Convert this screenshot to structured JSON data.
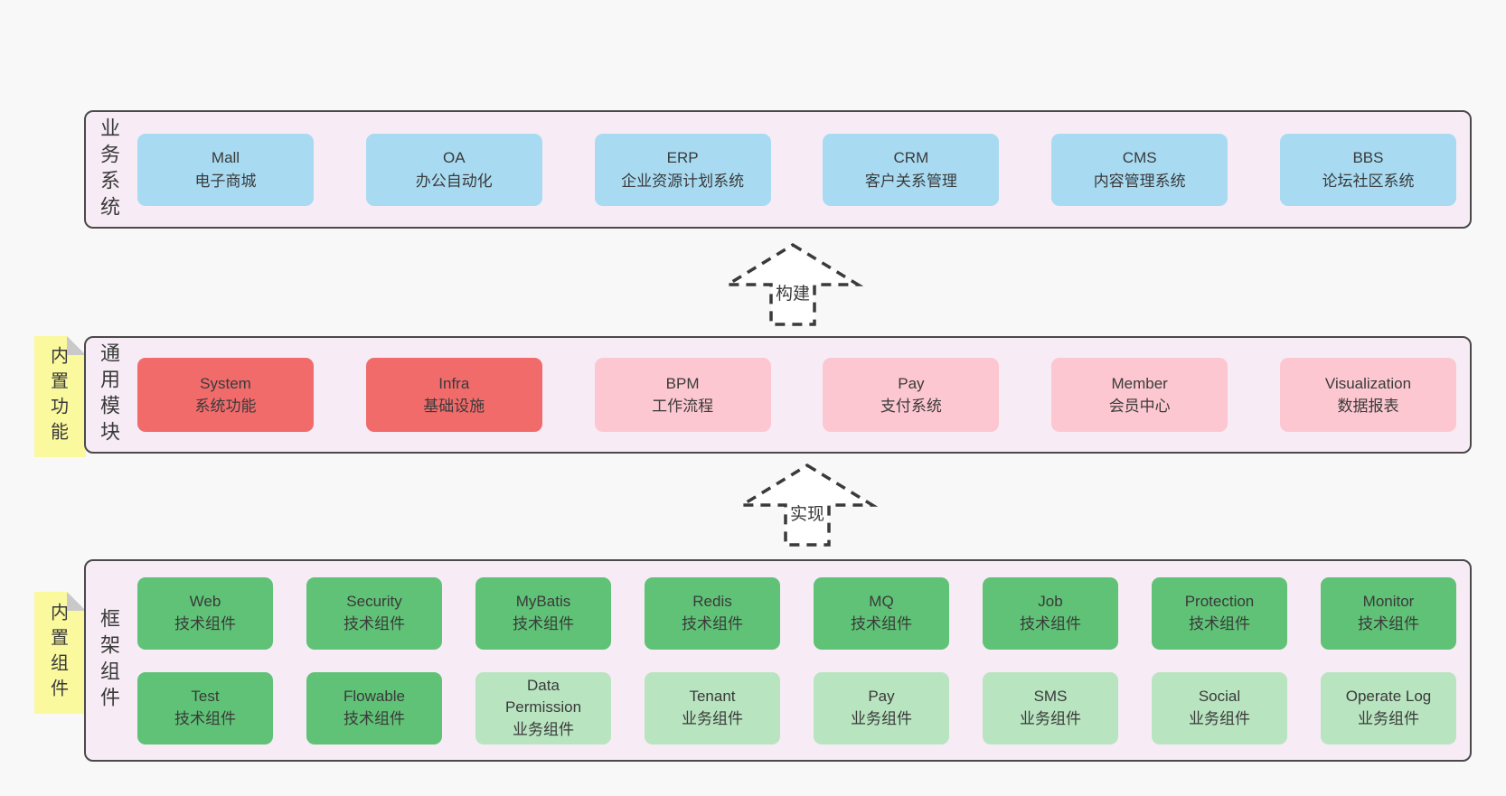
{
  "colors": {
    "page_bg": "#f8f8f8",
    "panel_bg": "#f7ecf5",
    "panel_border": "#4a4a4a",
    "text": "#3a3a3a",
    "box_blue": "#a8dbf2",
    "box_red": "#f16b6b",
    "box_pink": "#fcc7d0",
    "box_green": "#5fc276",
    "box_green_light": "#b8e4c0",
    "tag_bg": "#fbf99e",
    "tag_fold": "#c9c9c9",
    "arrow_stroke": "#3a3a3a",
    "arrow_fill": "#ffffff"
  },
  "layers": [
    {
      "id": "business-systems",
      "side_label": "业务系统",
      "boxes": [
        {
          "name": "Mall",
          "subtitle": "电子商城",
          "variant": "blue"
        },
        {
          "name": "OA",
          "subtitle": "办公自动化",
          "variant": "blue"
        },
        {
          "name": "ERP",
          "subtitle": "企业资源计划系统",
          "variant": "blue"
        },
        {
          "name": "CRM",
          "subtitle": "客户关系管理",
          "variant": "blue"
        },
        {
          "name": "CMS",
          "subtitle": "内容管理系统",
          "variant": "blue"
        },
        {
          "name": "BBS",
          "subtitle": "论坛社区系统",
          "variant": "blue"
        }
      ]
    },
    {
      "id": "common-modules",
      "side_label": "通用模块",
      "tag": "内置功能",
      "boxes": [
        {
          "name": "System",
          "subtitle": "系统功能",
          "variant": "red"
        },
        {
          "name": "Infra",
          "subtitle": "基础设施",
          "variant": "red"
        },
        {
          "name": "BPM",
          "subtitle": "工作流程",
          "variant": "pink"
        },
        {
          "name": "Pay",
          "subtitle": "支付系统",
          "variant": "pink"
        },
        {
          "name": "Member",
          "subtitle": "会员中心",
          "variant": "pink"
        },
        {
          "name": "Visualization",
          "subtitle": "数据报表",
          "variant": "pink"
        }
      ]
    },
    {
      "id": "framework-components",
      "side_label": "框架组件",
      "tag": "内置组件",
      "rows": [
        [
          {
            "name": "Web",
            "subtitle": "技术组件",
            "variant": "green"
          },
          {
            "name": "Security",
            "subtitle": "技术组件",
            "variant": "green"
          },
          {
            "name": "MyBatis",
            "subtitle": "技术组件",
            "variant": "green"
          },
          {
            "name": "Redis",
            "subtitle": "技术组件",
            "variant": "green"
          },
          {
            "name": "MQ",
            "subtitle": "技术组件",
            "variant": "green"
          },
          {
            "name": "Job",
            "subtitle": "技术组件",
            "variant": "green"
          },
          {
            "name": "Protection",
            "subtitle": "技术组件",
            "variant": "green"
          },
          {
            "name": "Monitor",
            "subtitle": "技术组件",
            "variant": "green"
          }
        ],
        [
          {
            "name": "Test",
            "subtitle": "技术组件",
            "variant": "green"
          },
          {
            "name": "Flowable",
            "subtitle": "技术组件",
            "variant": "green"
          },
          {
            "name": "Data Permission",
            "subtitle": "业务组件",
            "variant": "lightgreen"
          },
          {
            "name": "Tenant",
            "subtitle": "业务组件",
            "variant": "lightgreen"
          },
          {
            "name": "Pay",
            "subtitle": "业务组件",
            "variant": "lightgreen"
          },
          {
            "name": "SMS",
            "subtitle": "业务组件",
            "variant": "lightgreen"
          },
          {
            "name": "Social",
            "subtitle": "业务组件",
            "variant": "lightgreen"
          },
          {
            "name": "Operate Log",
            "subtitle": "业务组件",
            "variant": "lightgreen"
          }
        ]
      ]
    }
  ],
  "arrows": [
    {
      "label": "构建"
    },
    {
      "label": "实现"
    }
  ]
}
